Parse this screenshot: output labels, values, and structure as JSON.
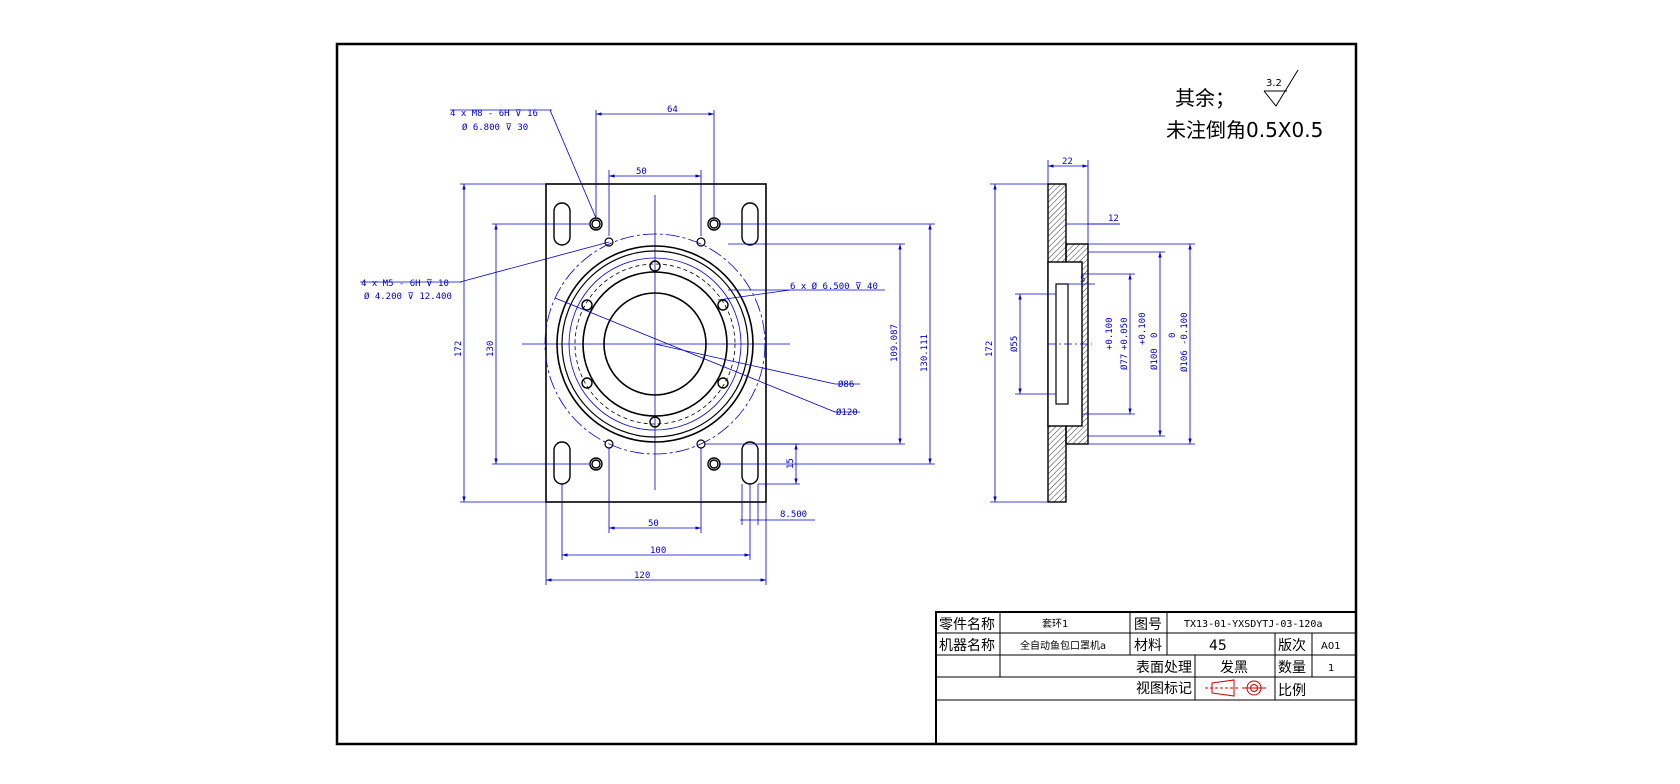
{
  "notes": {
    "roughness_prefix": "其余；",
    "roughness_value": "3.2",
    "chamfer_note": "未注倒角0.5X0.5"
  },
  "front_view": {
    "callout_m8": {
      "line1": "4 x  M8 - 6H  ⊽ 16",
      "line2": "Ø 6.800  ⊽ 30"
    },
    "callout_m5": {
      "line1": "4 x  M5 - 6H  ⊽ 10",
      "line2": "Ø 4.200  ⊽ 12.400"
    },
    "callout_holes": "6 x  Ø 6.500  ⊽ 40",
    "dim_64": "64",
    "dim_50_top": "50",
    "dim_172": "172",
    "dim_130": "130",
    "dim_109": "109.087",
    "dim_130_111": "130.111",
    "dim_d86": "Ø86",
    "dim_d120": "Ø120",
    "dim_15": "15",
    "dim_8_5": "8.500",
    "dim_50_bottom": "50",
    "dim_100": "100",
    "dim_120": "120"
  },
  "side_view": {
    "dim_22": "22",
    "dim_12": "12",
    "dim_5": "5",
    "dim_172": "172",
    "dim_d55": "Ø55",
    "dim_d77": "Ø77",
    "dim_d77_tol_upper": "+0.100",
    "dim_d77_tol_lower": "+0.050",
    "dim_d100": "Ø100",
    "dim_d100_tol_upper": "+0.100",
    "dim_d100_tol_lower": "0",
    "dim_d106": "Ø106",
    "dim_d106_tol_upper": "0",
    "dim_d106_tol_lower": "-0.100"
  },
  "title_block": {
    "part_name_label": "零件名称",
    "part_name_value": "套环1",
    "drawing_no_label": "图号",
    "drawing_no_value": "TX13-01-YXSDYTJ-03-120a",
    "machine_name_label": "机器名称",
    "machine_name_value": "全自动鱼包口罩机a",
    "material_label": "材料",
    "material_value": "45",
    "revision_label": "版次",
    "revision_value": "A01",
    "surface_label": "表面处理",
    "surface_value": "发黑",
    "quantity_label": "数量",
    "quantity_value": "1",
    "view_mark_label": "视图标记",
    "scale_label": "比例"
  },
  "colors": {
    "geometry": "#000000",
    "dimension": "#0000cc",
    "hatch": "#000000"
  }
}
